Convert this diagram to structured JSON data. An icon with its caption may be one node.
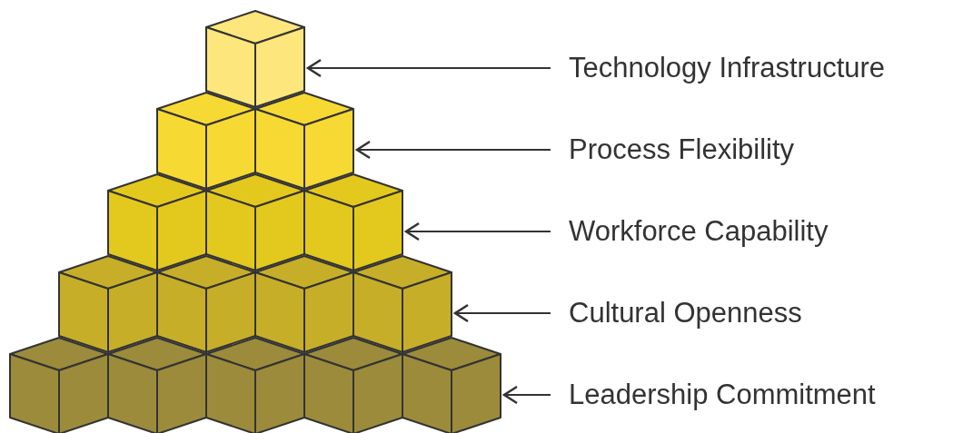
{
  "diagram": {
    "nodes": [
      {
        "text": [
          "Technology Infrastructure"
        ]
      },
      {
        "text": [
          "Process Flexibility"
        ]
      },
      {
        "text": [
          "Workforce Capability"
        ]
      },
      {
        "text": [
          "Cultural Openness"
        ]
      },
      {
        "text": [
          "Leadership Commitment"
        ]
      },
      {
        "text": [],
        "shape": "cube"
      },
      {
        "text": [],
        "shape": "cube"
      },
      {
        "text": [],
        "shape": "cube"
      },
      {
        "text": [],
        "shape": "cube"
      },
      {
        "text": [],
        "shape": "cube"
      },
      {
        "text": [],
        "shape": "cube"
      },
      {
        "text": [],
        "shape": "cube"
      },
      {
        "text": [],
        "shape": "cube"
      },
      {
        "text": [],
        "shape": "cube"
      },
      {
        "text": [],
        "shape": "cube"
      },
      {
        "text": [],
        "shape": "cube"
      },
      {
        "text": [],
        "shape": "cube"
      },
      {
        "text": [],
        "shape": "cube"
      },
      {
        "text": [],
        "shape": "cube"
      },
      {
        "text": [],
        "shape": "cube"
      }
    ],
    "edges": [
      {
        "from": 0,
        "to": 5,
        "arrow": "to"
      },
      {
        "from": 1,
        "to": 7,
        "arrow": "to"
      },
      {
        "from": 2,
        "to": 10,
        "arrow": "to"
      },
      {
        "from": 3,
        "to": 14,
        "arrow": "to"
      },
      {
        "from": 4,
        "to": 19,
        "arrow": "to"
      }
    ]
  }
}
